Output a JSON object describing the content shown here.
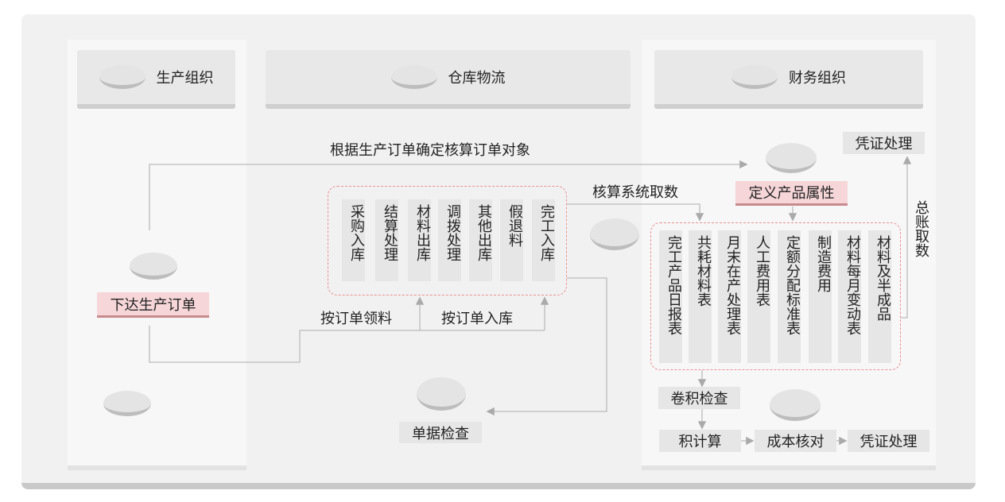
{
  "columns": {
    "production": "生产组织",
    "warehouse": "仓库物流",
    "finance": "财务组织"
  },
  "top_flow_label": "根据生产订单确定核算订单对象",
  "issue_order": "下达生产订单",
  "warehouse_docs": [
    "采购入库",
    "结算处理",
    "材料出库",
    "调拨处理",
    "其他出库",
    "假退料",
    "完工入库"
  ],
  "order_pick_label": "按订单领料",
  "order_receive_label": "按订单入库",
  "doc_check": "单据检查",
  "fetch_label": "核算系统取数",
  "define_attr": "定义产品属性",
  "voucher_top": "凭证处理",
  "ledger_label": "总账取数",
  "finance_reports": [
    "完工产品日报表",
    "共耗材料表",
    "月末在产处理表",
    "人工费用表",
    "定额分配标准表",
    "制造费用",
    "材料每月变动表",
    "材料及半成品"
  ],
  "steps": {
    "check": "卷积检查",
    "calc": "积计算",
    "reconcile": "成本核对",
    "voucher": "凭证处理"
  }
}
